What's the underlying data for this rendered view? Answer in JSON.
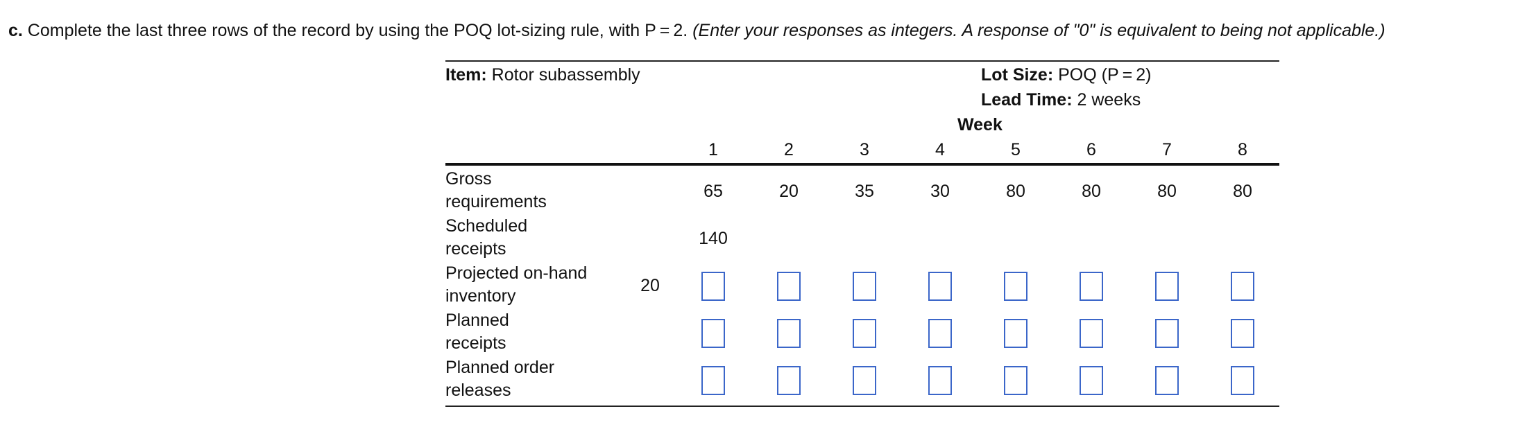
{
  "question": {
    "letter": "c.",
    "text": " Complete the last three rows of the record by using the POQ lot-sizing rule, with P = 2. ",
    "instruction": "(Enter your responses as integers. A response of \"0\" is equivalent to being not applicable.)"
  },
  "record": {
    "item_label": "Item:",
    "item_value": " Rotor subassembly",
    "lot_size_label": "Lot Size:",
    "lot_size_value": " POQ (P = 2)",
    "lead_time_label": "Lead Time:",
    "lead_time_value": " 2 weeks",
    "week_header": "Week",
    "weeks": [
      "1",
      "2",
      "3",
      "4",
      "5",
      "6",
      "7",
      "8"
    ],
    "rows": {
      "gross_requirements": {
        "label_line1": "Gross",
        "label_line2": "requirements",
        "values": [
          "65",
          "20",
          "35",
          "30",
          "80",
          "80",
          "80",
          "80"
        ]
      },
      "scheduled_receipts": {
        "label_line1": "Scheduled",
        "label_line2": "receipts",
        "values": [
          "140",
          "",
          "",
          "",
          "",
          "",
          "",
          ""
        ]
      },
      "projected_on_hand": {
        "label_line1": "Projected on-hand",
        "label_line2": "inventory",
        "initial": "20",
        "inputs": [
          "",
          "",
          "",
          "",
          "",
          "",
          "",
          ""
        ]
      },
      "planned_receipts": {
        "label_line1": "Planned",
        "label_line2": "receipts",
        "inputs": [
          "",
          "",
          "",
          "",
          "",
          "",
          "",
          ""
        ]
      },
      "planned_order_releases": {
        "label_line1": "Planned order",
        "label_line2": "releases",
        "inputs": [
          "",
          "",
          "",
          "",
          "",
          "",
          "",
          ""
        ]
      }
    }
  },
  "colors": {
    "input_border": "#3b66c9",
    "text": "#111111",
    "rule": "#222222"
  }
}
